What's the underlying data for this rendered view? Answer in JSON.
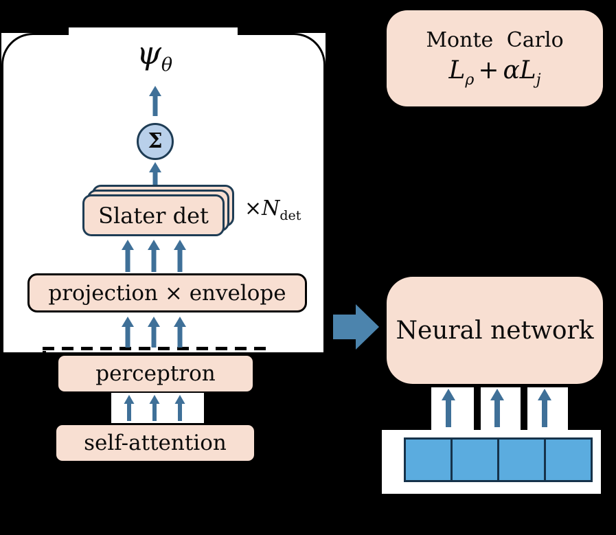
{
  "figure_title": "neural wavefunction architecture diagram",
  "colors": {
    "background": "#000000",
    "panel": "#ffffff",
    "peach": "#f8dfd2",
    "navy_border": "#1e3c54",
    "arrow_blue": "#3f7098",
    "big_arrow_blue": "#4c84ad",
    "cell_blue": "#5bacdf",
    "circle_blue": "#b9d0ea"
  },
  "wavefunction": {
    "base": "ψ",
    "sub": "θ"
  },
  "sum_node": {
    "label": "Σ"
  },
  "slater": {
    "label": "Slater det",
    "stack_count": 3
  },
  "ndet": {
    "times": "×",
    "base": "N",
    "sub": "det"
  },
  "projection": {
    "label": "projection × envelope"
  },
  "perceptron": {
    "label": "perceptron"
  },
  "self_attention": {
    "label": "self-attention"
  },
  "monte_carlo": {
    "title": "Monte Carlo",
    "loss": {
      "L1": "L",
      "sub1": "ρ",
      "plus": "+",
      "alpha": "α",
      "L2": "L",
      "sub2": "j"
    }
  },
  "neural_network": {
    "label": "Neural network"
  },
  "input_cells": {
    "count": 4
  }
}
